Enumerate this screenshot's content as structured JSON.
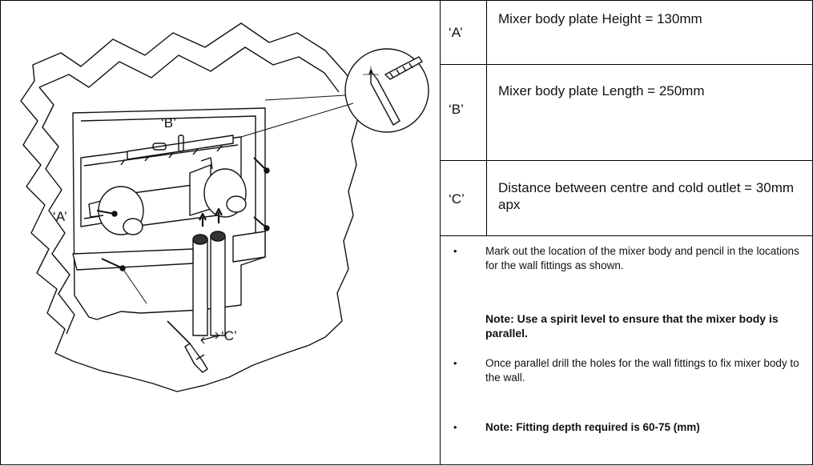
{
  "diagram": {
    "labels": {
      "a": "‘A’",
      "b": "‘B’",
      "c": "‘C’"
    }
  },
  "specs": [
    {
      "key": "‘A’",
      "value": "Mixer body plate Height = 130mm"
    },
    {
      "key": "‘B’",
      "value": "Mixer body plate Length = 250mm"
    },
    {
      "key": "‘C’",
      "value": "Distance between centre and cold outlet = 30mm apx"
    }
  ],
  "notes": {
    "bullet": "•",
    "items": [
      {
        "text": "Mark out the location of the mixer body and pencil in the locations for the wall fittings as shown."
      },
      {
        "text": "Note: Use a spirit level to ensure that the mixer body is parallel."
      },
      {
        "text": "Once parallel drill the holes for the wall fittings to fix mixer body to the wall."
      },
      {
        "text": "Note: Fitting depth required is 60-75 (mm)"
      }
    ]
  }
}
